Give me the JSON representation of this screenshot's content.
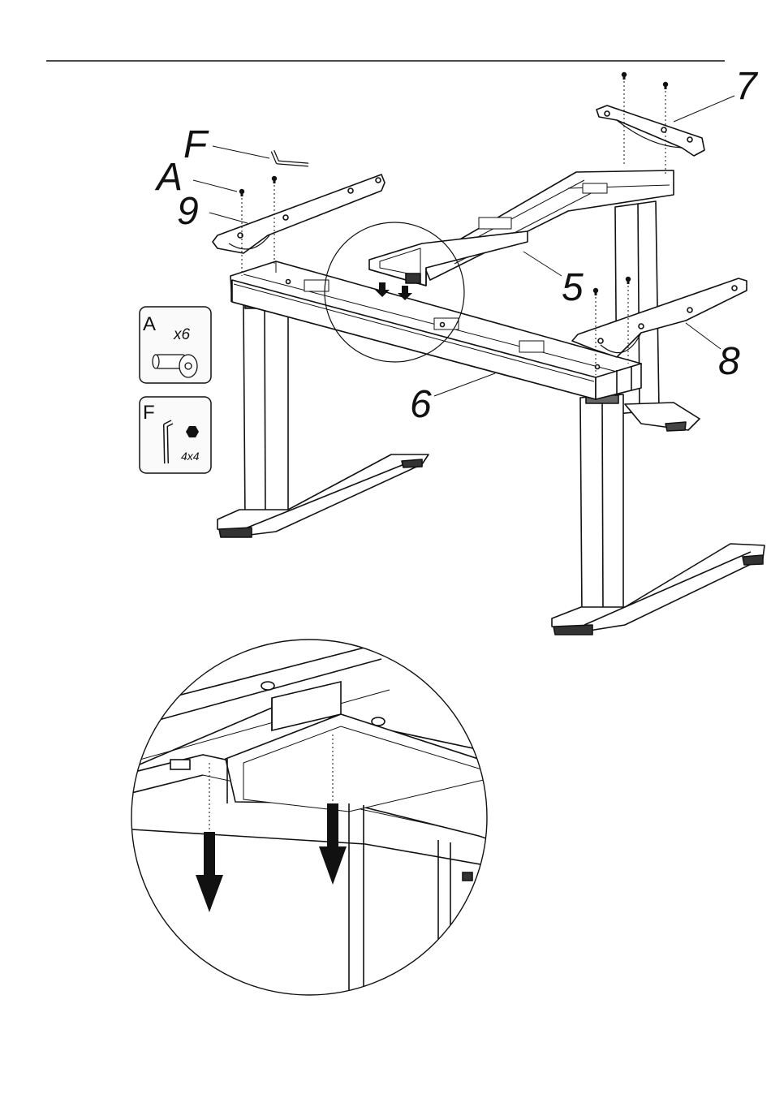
{
  "page": {
    "colors": {
      "ink": "#111111",
      "paper": "#ffffff",
      "panel_fill": "#fafafa"
    }
  },
  "callouts": {
    "F": "F",
    "A": "A",
    "nine": "9",
    "seven": "7",
    "five": "5",
    "eight": "8",
    "six": "6"
  },
  "parts_legend": {
    "screw_box": {
      "letter": "A",
      "quantity": "x6",
      "icon": "screw-icon"
    },
    "key_box": {
      "letter": "F",
      "size": "4x4",
      "icon": "hex-key-icon"
    }
  },
  "detail_view": {
    "icon": "arrow-down-icon"
  }
}
